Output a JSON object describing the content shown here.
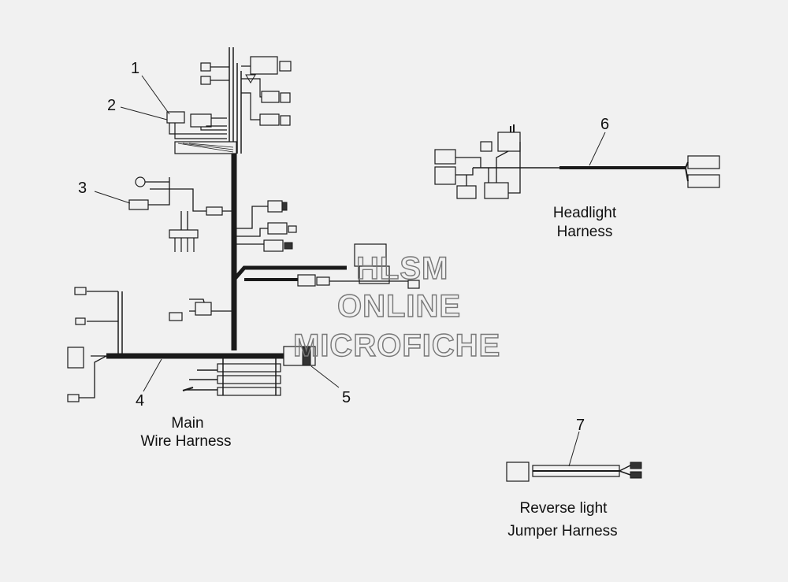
{
  "callouts": {
    "n1": "1",
    "n2": "2",
    "n3": "3",
    "n4": "4",
    "n5": "5",
    "n6": "6",
    "n7": "7"
  },
  "captions": {
    "headlight_line1": "Headlight",
    "headlight_line2": "Harness",
    "main_line1": "Main",
    "main_line2": "Wire Harness",
    "reverse_line1": "Reverse light",
    "reverse_line2": "Jumper Harness"
  },
  "watermark": {
    "line1": "HLSM",
    "line2": "ONLINE",
    "line3": "MICROFICHE"
  }
}
